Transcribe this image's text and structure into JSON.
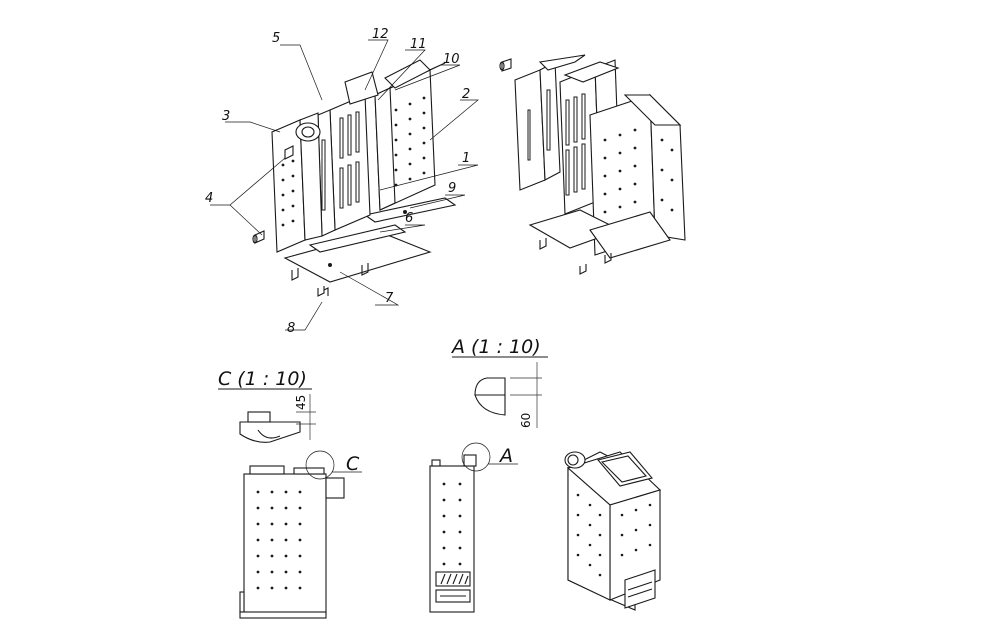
{
  "callouts": [
    "1",
    "2",
    "3",
    "4",
    "5",
    "6",
    "7",
    "8",
    "9",
    "10",
    "11",
    "12"
  ],
  "detail_views": {
    "a": {
      "title": "A (1 : 10)",
      "marker": "A",
      "dimension": "60"
    },
    "c": {
      "title": "C (1 : 10)",
      "marker": "C",
      "dimension": "45"
    }
  }
}
